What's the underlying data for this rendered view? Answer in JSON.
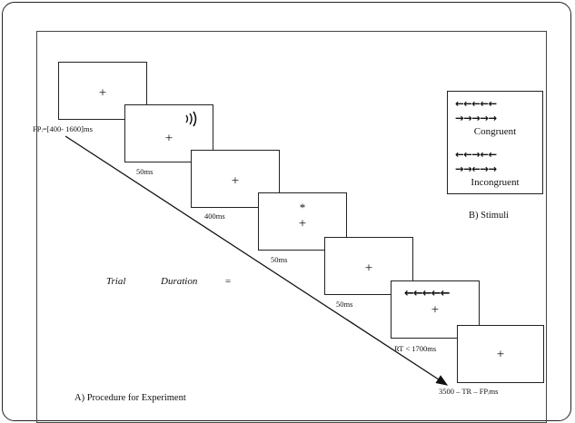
{
  "fixation": "+",
  "target_star": "*",
  "screen1_label": "FPᵢ=[400- 1600]ms",
  "screen2_label": "50ms",
  "screen3_label": "400ms",
  "screen4_label": "50ms",
  "screen5_label": "50ms",
  "screen6_label": "RT < 1700ms",
  "screen7_label": "3500 – TR – FPᵢms",
  "screen6_arrows": "←←←←←",
  "stimuli": {
    "congruent_row1": "←←←←←",
    "congruent_row2": "→→→→→",
    "congruent_label": "Congruent",
    "incongruent_row1": "←←→←←",
    "incongruent_row2": "→→←→→",
    "incongruent_label": "Incongruent",
    "caption": "B) Stimuli"
  },
  "trial_word1": "Trial",
  "trial_word2": "Duration",
  "trial_eq": "=",
  "caption_a": "A) Procedure for Experiment",
  "sound_icon": "sound-wave-icon"
}
